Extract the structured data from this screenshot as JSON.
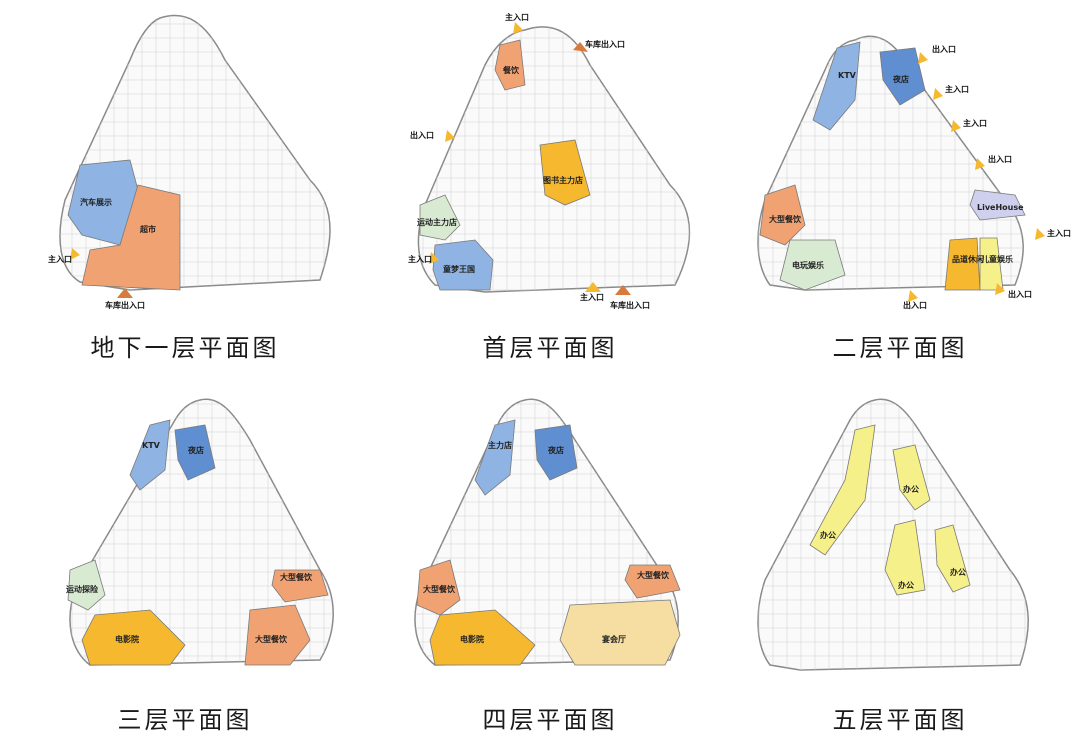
{
  "colors": {
    "blue": "#8fb3e2",
    "blue_dark": "#5f8fd0",
    "orange": "#f0a273",
    "yellow_dark": "#f5b82e",
    "yellow_light": "#f6f08a",
    "green": "#d9ead3",
    "purple": "#cfcfee",
    "beige": "#f6dea3",
    "arrow_yellow": "#f5b82e",
    "arrow_orange": "#d77a3c",
    "outline": "#8a8a8a",
    "grid": "#cfcfcf"
  },
  "panels": [
    {
      "caption": "地下一层平面图",
      "zones": [
        {
          "label": "汽车展示",
          "color": "blue"
        },
        {
          "label": "超市",
          "color": "orange"
        }
      ],
      "entries": [
        {
          "label": "主入口"
        },
        {
          "label": "车库出入口"
        }
      ]
    },
    {
      "caption": "首层平面图",
      "zones": [
        {
          "label": "餐饮",
          "color": "orange"
        },
        {
          "label": "图书主力店",
          "color": "yellow_dark"
        },
        {
          "label": "运动主力店",
          "color": "green"
        },
        {
          "label": "童梦王国",
          "color": "blue"
        }
      ],
      "entries": [
        {
          "label": "主入口"
        },
        {
          "label": "车库出入口"
        },
        {
          "label": "出入口"
        },
        {
          "label": "主入口"
        },
        {
          "label": "主入口"
        },
        {
          "label": "车库出入口"
        }
      ]
    },
    {
      "caption": "二层平面图",
      "zones": [
        {
          "label": "KTV",
          "color": "blue"
        },
        {
          "label": "夜店",
          "color": "blue_dark"
        },
        {
          "label": "大型餐饮",
          "color": "orange"
        },
        {
          "label": "LiveHouse",
          "color": "purple"
        },
        {
          "label": "电玩娱乐",
          "color": "green"
        },
        {
          "label": "品道休闲",
          "color": "yellow_dark"
        },
        {
          "label": "儿童娱乐",
          "color": "yellow_light"
        }
      ],
      "entries": [
        {
          "label": "出入口"
        },
        {
          "label": "主入口"
        },
        {
          "label": "主入口"
        },
        {
          "label": "出入口"
        },
        {
          "label": "主入口"
        },
        {
          "label": "出入口"
        },
        {
          "label": "出入口"
        }
      ]
    },
    {
      "caption": "三层平面图",
      "zones": [
        {
          "label": "KTV",
          "color": "blue"
        },
        {
          "label": "夜店",
          "color": "blue_dark"
        },
        {
          "label": "运动探险",
          "color": "green"
        },
        {
          "label": "大型餐饮",
          "color": "orange"
        },
        {
          "label": "电影院",
          "color": "yellow_dark"
        },
        {
          "label": "大型餐饮",
          "color": "orange"
        }
      ],
      "entries": []
    },
    {
      "caption": "四层平面图",
      "zones": [
        {
          "label": "主力店",
          "color": "blue"
        },
        {
          "label": "夜店",
          "color": "blue_dark"
        },
        {
          "label": "大型餐饮",
          "color": "orange"
        },
        {
          "label": "大型餐饮",
          "color": "orange"
        },
        {
          "label": "电影院",
          "color": "yellow_dark"
        },
        {
          "label": "宴会厅",
          "color": "beige"
        }
      ],
      "entries": []
    },
    {
      "caption": "五层平面图",
      "zones": [
        {
          "label": "办公",
          "color": "yellow_light"
        },
        {
          "label": "办公",
          "color": "yellow_light"
        },
        {
          "label": "办公",
          "color": "yellow_light"
        },
        {
          "label": "办公",
          "color": "yellow_light"
        }
      ],
      "entries": []
    }
  ]
}
